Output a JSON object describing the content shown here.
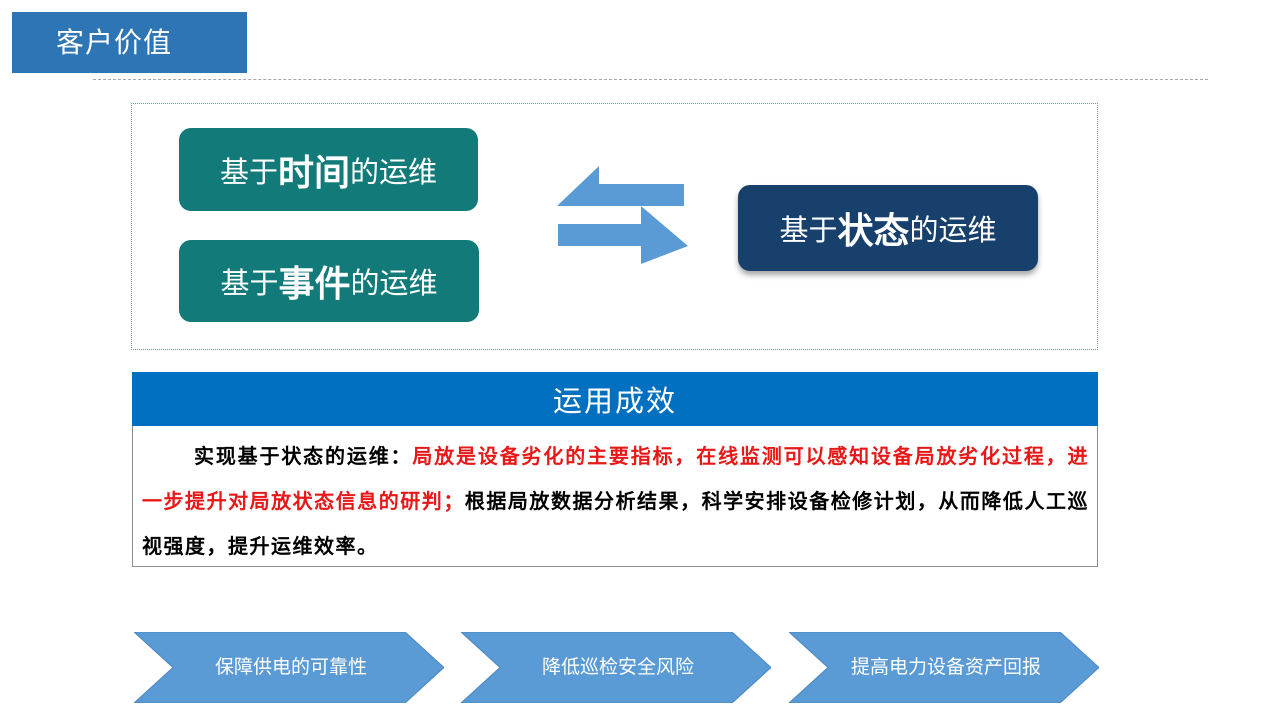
{
  "header": {
    "title": "客户价值"
  },
  "maintenance": {
    "time_based": {
      "prefix": "基于",
      "emphasis": "时间",
      "suffix": "的运维"
    },
    "event_based": {
      "prefix": "基于",
      "emphasis": "事件",
      "suffix": "的运维"
    },
    "state_based": {
      "prefix": "基于",
      "emphasis": "状态",
      "suffix": "的运维"
    },
    "arrow_icon": "exchange-arrows-icon"
  },
  "results": {
    "heading": "运用成效",
    "segments": [
      {
        "text": "实现基于状态的运维：",
        "color": "#000000"
      },
      {
        "text": "局放是设备劣化的主要指标，在线监测可以感知设备局放劣化过程，进一步提升对局放状态信息的研判；",
        "color": "#e81818"
      },
      {
        "text": "根据局放数据分析结果，科学安排设备检修计划，从而降低人工巡视强度，提升运维效率。",
        "color": "#000000"
      }
    ]
  },
  "benefits": [
    {
      "label": "保障供电的可靠性"
    },
    {
      "label": "降低巡检安全风险"
    },
    {
      "label": "提高电力设备资产回报"
    }
  ],
  "colors": {
    "title_tab": "#2e75b6",
    "teal_pill": "#127b7a",
    "navy_pill": "#17406d",
    "header_bar": "#0270c0",
    "chevron": "#5b9bd5",
    "highlight_red": "#e81818"
  }
}
